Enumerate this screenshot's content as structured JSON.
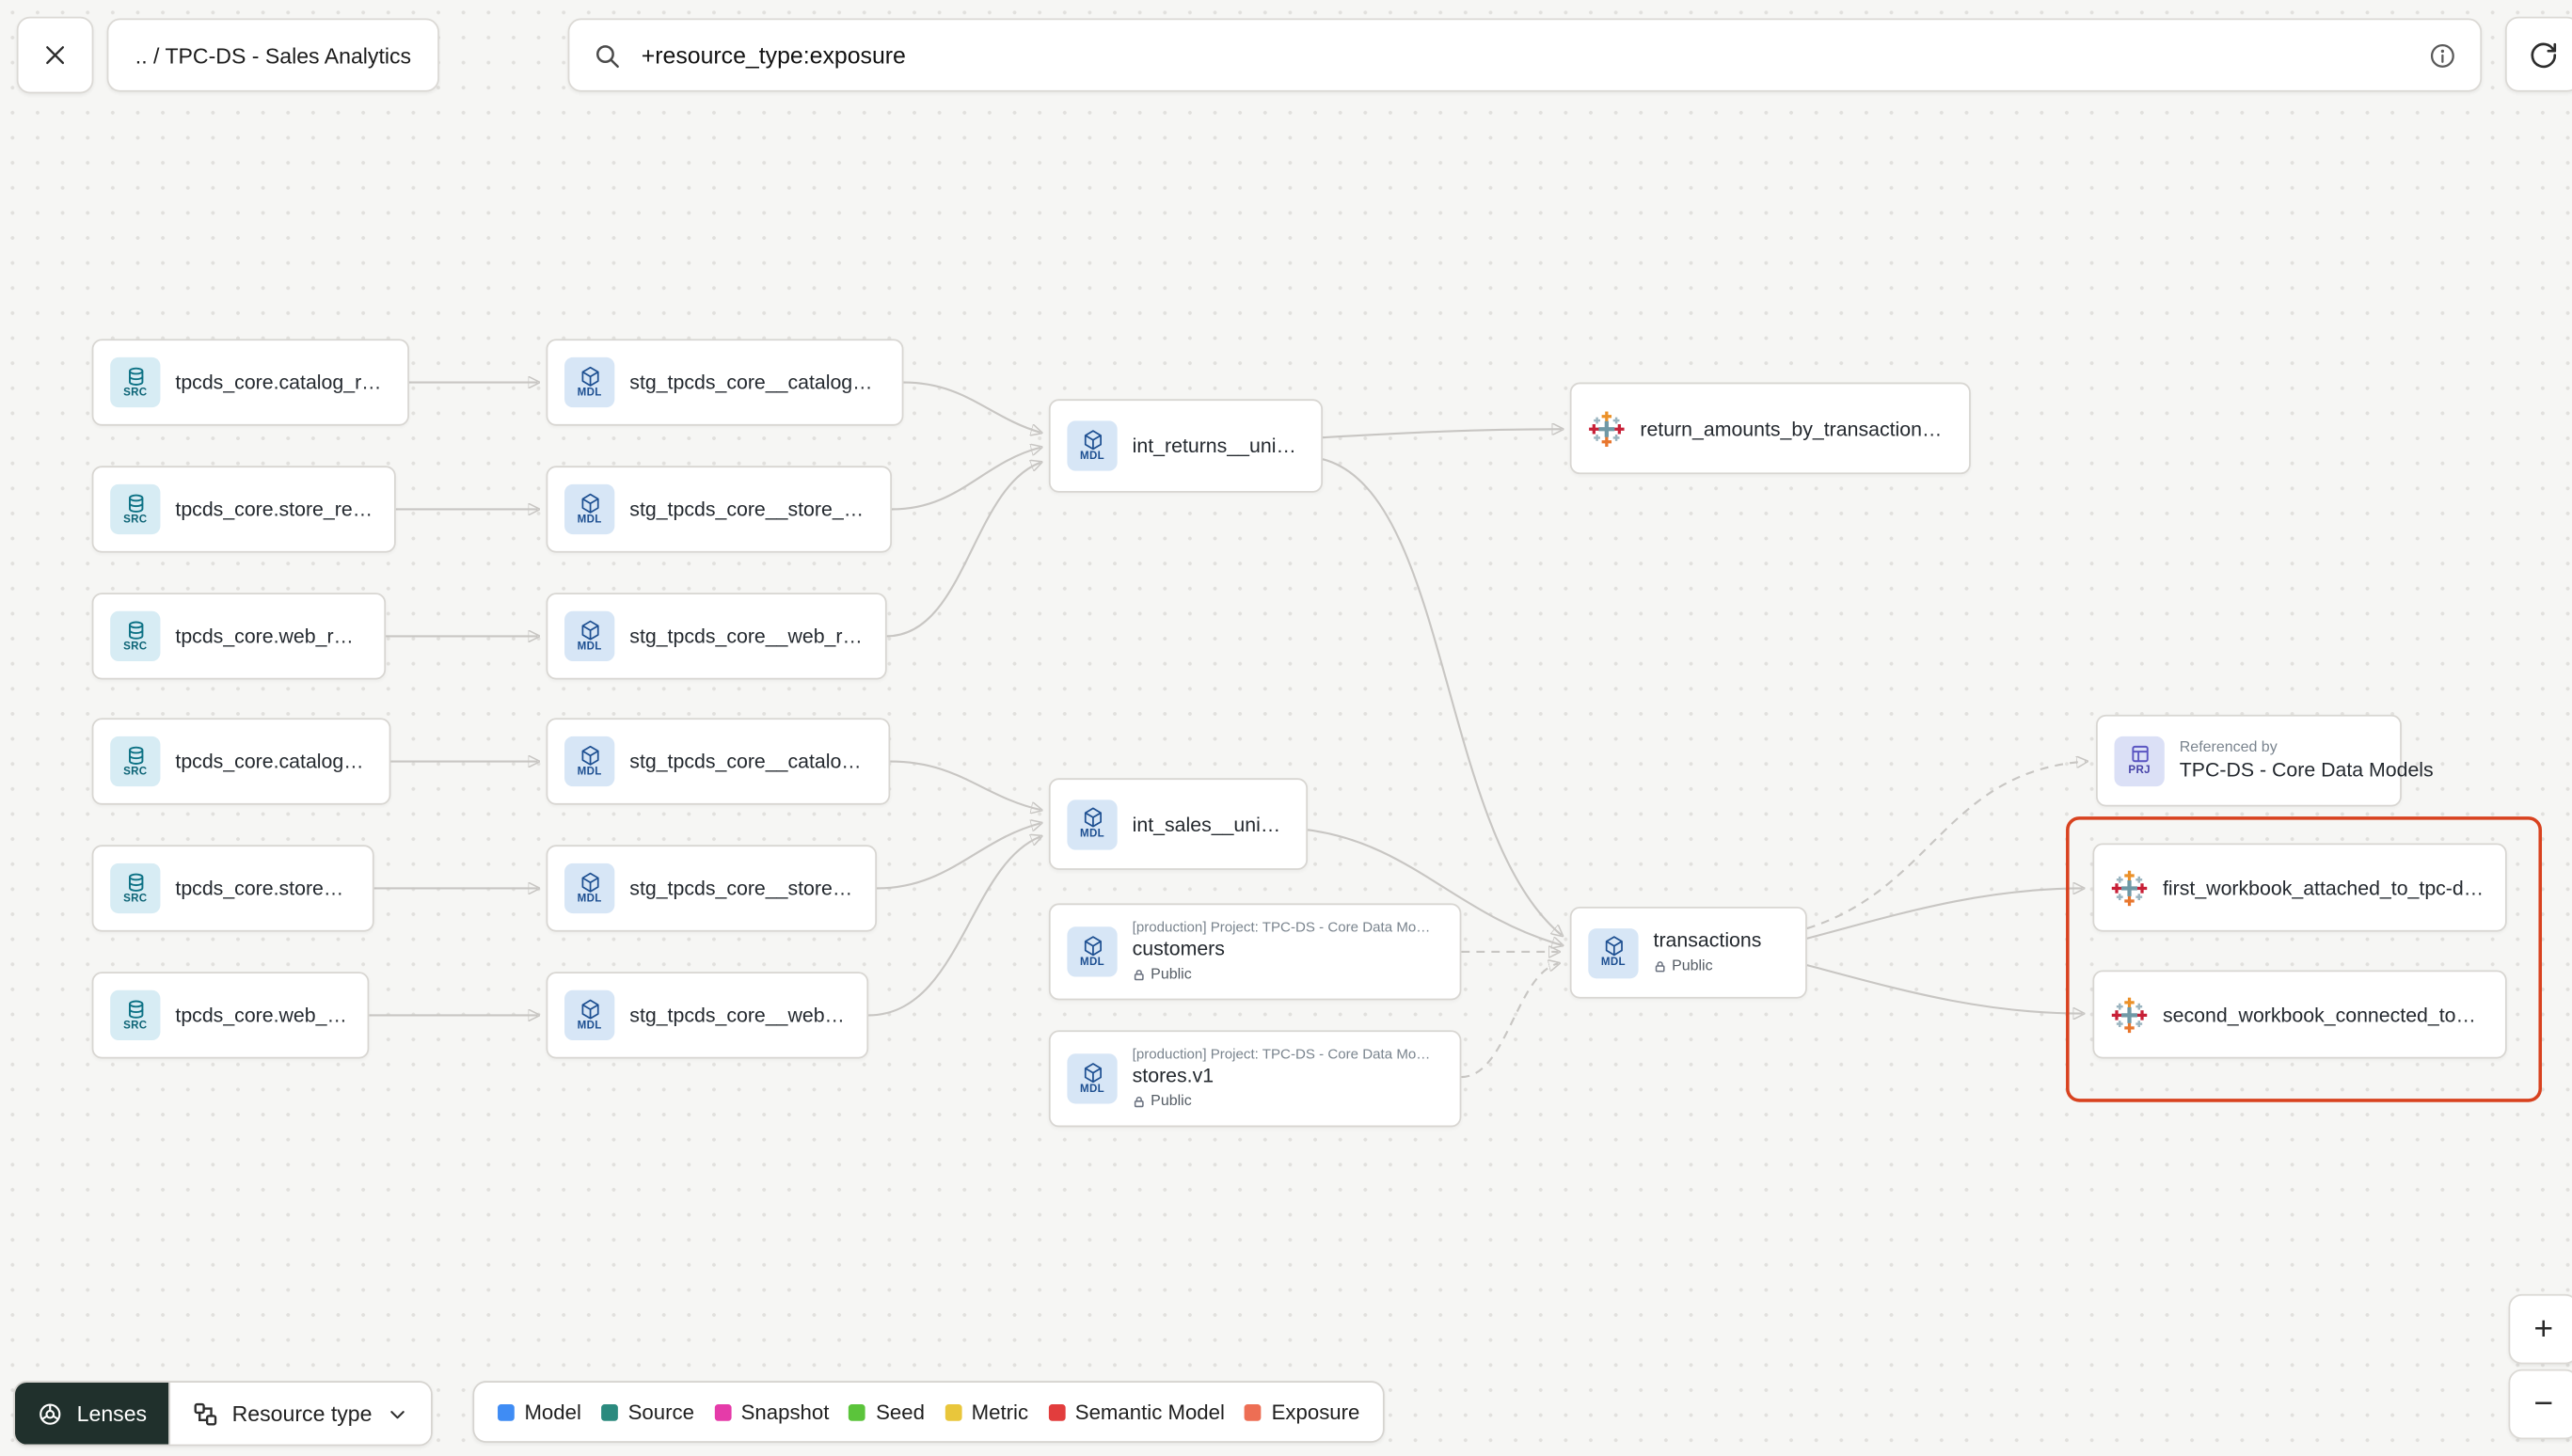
{
  "topbar": {
    "breadcrumb": ".. / TPC-DS - Sales Analytics",
    "search_value": "+resource_type:exposure"
  },
  "badges": {
    "src": "SRC",
    "mdl": "MDL",
    "prj": "PRJ"
  },
  "nodes": {
    "src_catalog_returns": {
      "label": "tpcds_core.catalog_returns"
    },
    "src_store_returns": {
      "label": "tpcds_core.store_returns"
    },
    "src_web_returns": {
      "label": "tpcds_core.web_returns"
    },
    "src_catalog_sales": {
      "label": "tpcds_core.catalog_sales"
    },
    "src_store_sales": {
      "label": "tpcds_core.store_sales"
    },
    "src_web_sales": {
      "label": "tpcds_core.web_sales"
    },
    "stg_catalog_returns": {
      "label": "stg_tpcds_core__catalog_returns"
    },
    "stg_store_returns": {
      "label": "stg_tpcds_core__store_returns"
    },
    "stg_web_returns": {
      "label": "stg_tpcds_core__web_returns"
    },
    "stg_catalog_sales": {
      "label": "stg_tpcds_core__catalog_sales"
    },
    "stg_store_sales": {
      "label": "stg_tpcds_core__store_sales"
    },
    "stg_web_sales": {
      "label": "stg_tpcds_core__web_sales"
    },
    "int_returns": {
      "label": "int_returns__unioned"
    },
    "int_sales": {
      "label": "int_sales__unioned"
    },
    "customers": {
      "project": "[production] Project: TPC-DS - Core Data Mo…",
      "label": "customers",
      "visibility": "Public"
    },
    "stores": {
      "project": "[production] Project: TPC-DS - Core Data Mo…",
      "label": "stores.v1",
      "visibility": "Public"
    },
    "return_amounts": {
      "label": "return_amounts_by_transaction_type"
    },
    "transactions": {
      "label": "transactions",
      "visibility": "Public"
    },
    "referenced_by": {
      "title": "Referenced by",
      "label": "TPC-DS - Core Data Models"
    },
    "workbook_1": {
      "label": "first_workbook_attached_to_tpc-ds_-_…"
    },
    "workbook_2": {
      "label": "second_workbook_connected_to_live…"
    }
  },
  "canvas": {
    "highlight_color": "#d8421f"
  },
  "footer": {
    "lenses_label": "Lenses",
    "resource_type_label": "Resource type",
    "legend": [
      {
        "label": "Model",
        "color": "#3f8cf4"
      },
      {
        "label": "Source",
        "color": "#2b8a7e"
      },
      {
        "label": "Snapshot",
        "color": "#e53ba9"
      },
      {
        "label": "Seed",
        "color": "#5bc43b"
      },
      {
        "label": "Metric",
        "color": "#e9c63b"
      },
      {
        "label": "Semantic Model",
        "color": "#e23d3d"
      },
      {
        "label": "Exposure",
        "color": "#ed6e54"
      }
    ]
  },
  "zoom": {
    "in_label": "+",
    "out_label": "−"
  }
}
